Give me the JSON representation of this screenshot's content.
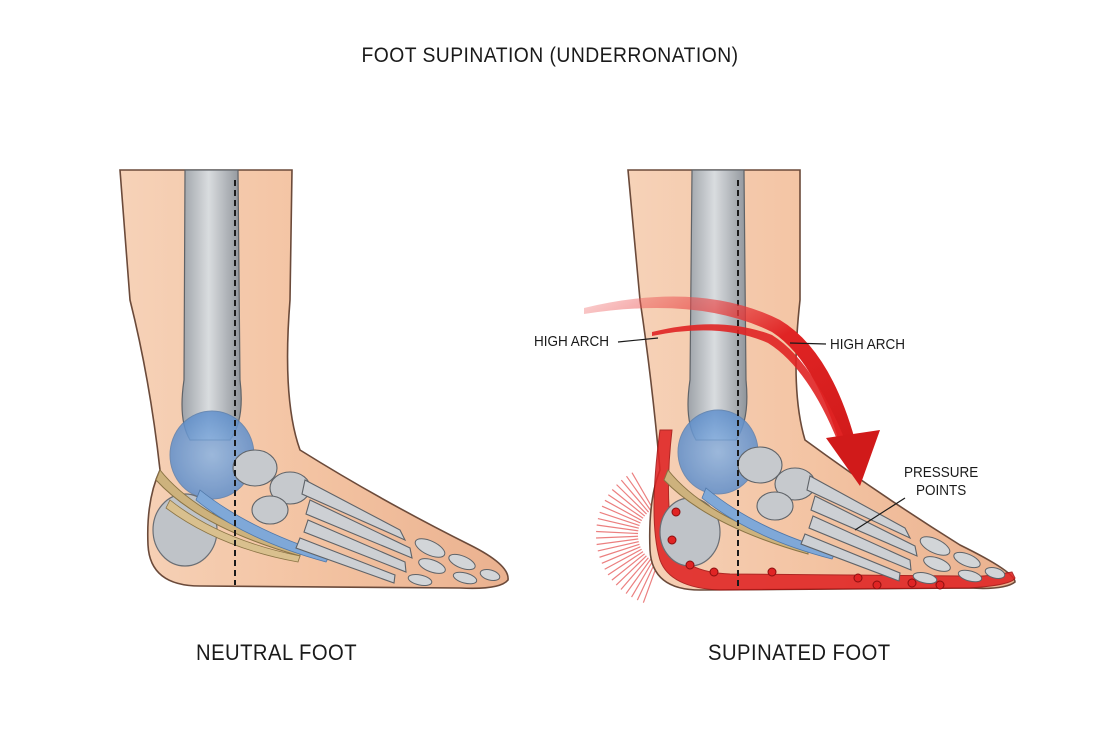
{
  "title": "FOOT SUPINATION (UNDERRONATION)",
  "panels": [
    {
      "caption": "NEUTRAL FOOT"
    },
    {
      "caption": "SUPINATED FOOT"
    }
  ],
  "annotations": {
    "high_arch_left": "HIGH ARCH",
    "high_arch_right": "HIGH ARCH",
    "pressure_line1": "PRESSURE",
    "pressure_line2": "POINTS"
  },
  "colors": {
    "skin": "#f3c3a2",
    "bone": "#c9ccd0",
    "ligament": "#7fa8d8",
    "tendon": "#cdb27d",
    "pressure_red": "#e02424"
  }
}
